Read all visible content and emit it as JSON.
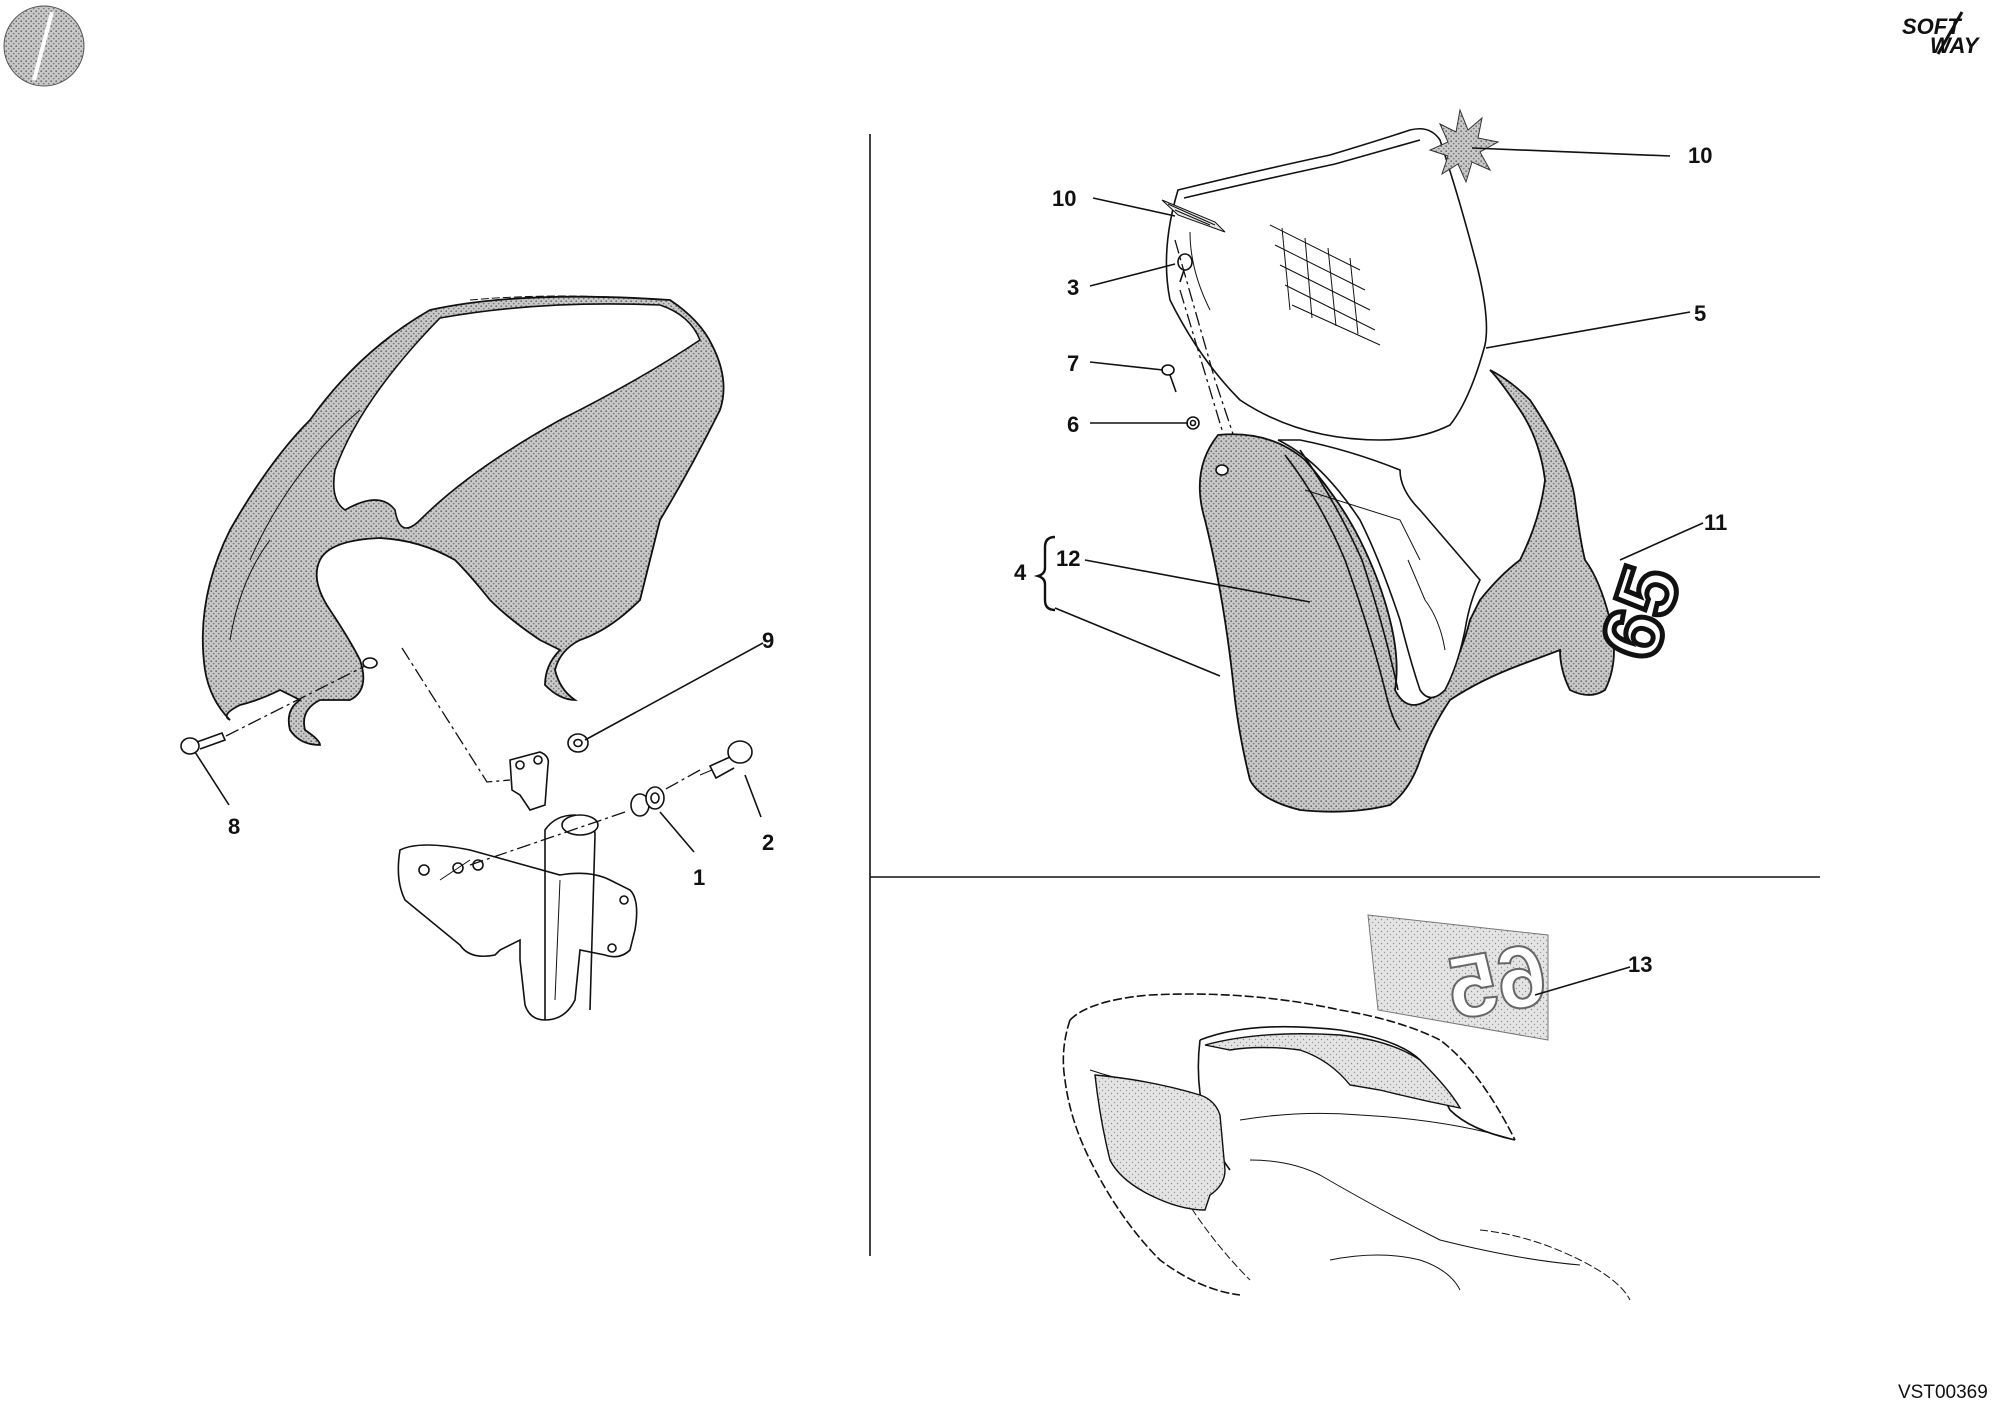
{
  "drawing_code": "VST00369",
  "brand_logo": {
    "text": [
      "SOFT",
      "WAY"
    ],
    "icon": "softway-logo"
  },
  "corner_mark": {
    "icon": "ducati-corner-disc"
  },
  "race_number": "65",
  "callouts": {
    "c1": "1",
    "c2": "2",
    "c3": "3",
    "c4": "4",
    "c5": "5",
    "c6": "6",
    "c7": "7",
    "c8": "8",
    "c9": "9",
    "c10a": "10",
    "c10b": "10",
    "c11": "11",
    "c12": "12",
    "c13": "13"
  }
}
